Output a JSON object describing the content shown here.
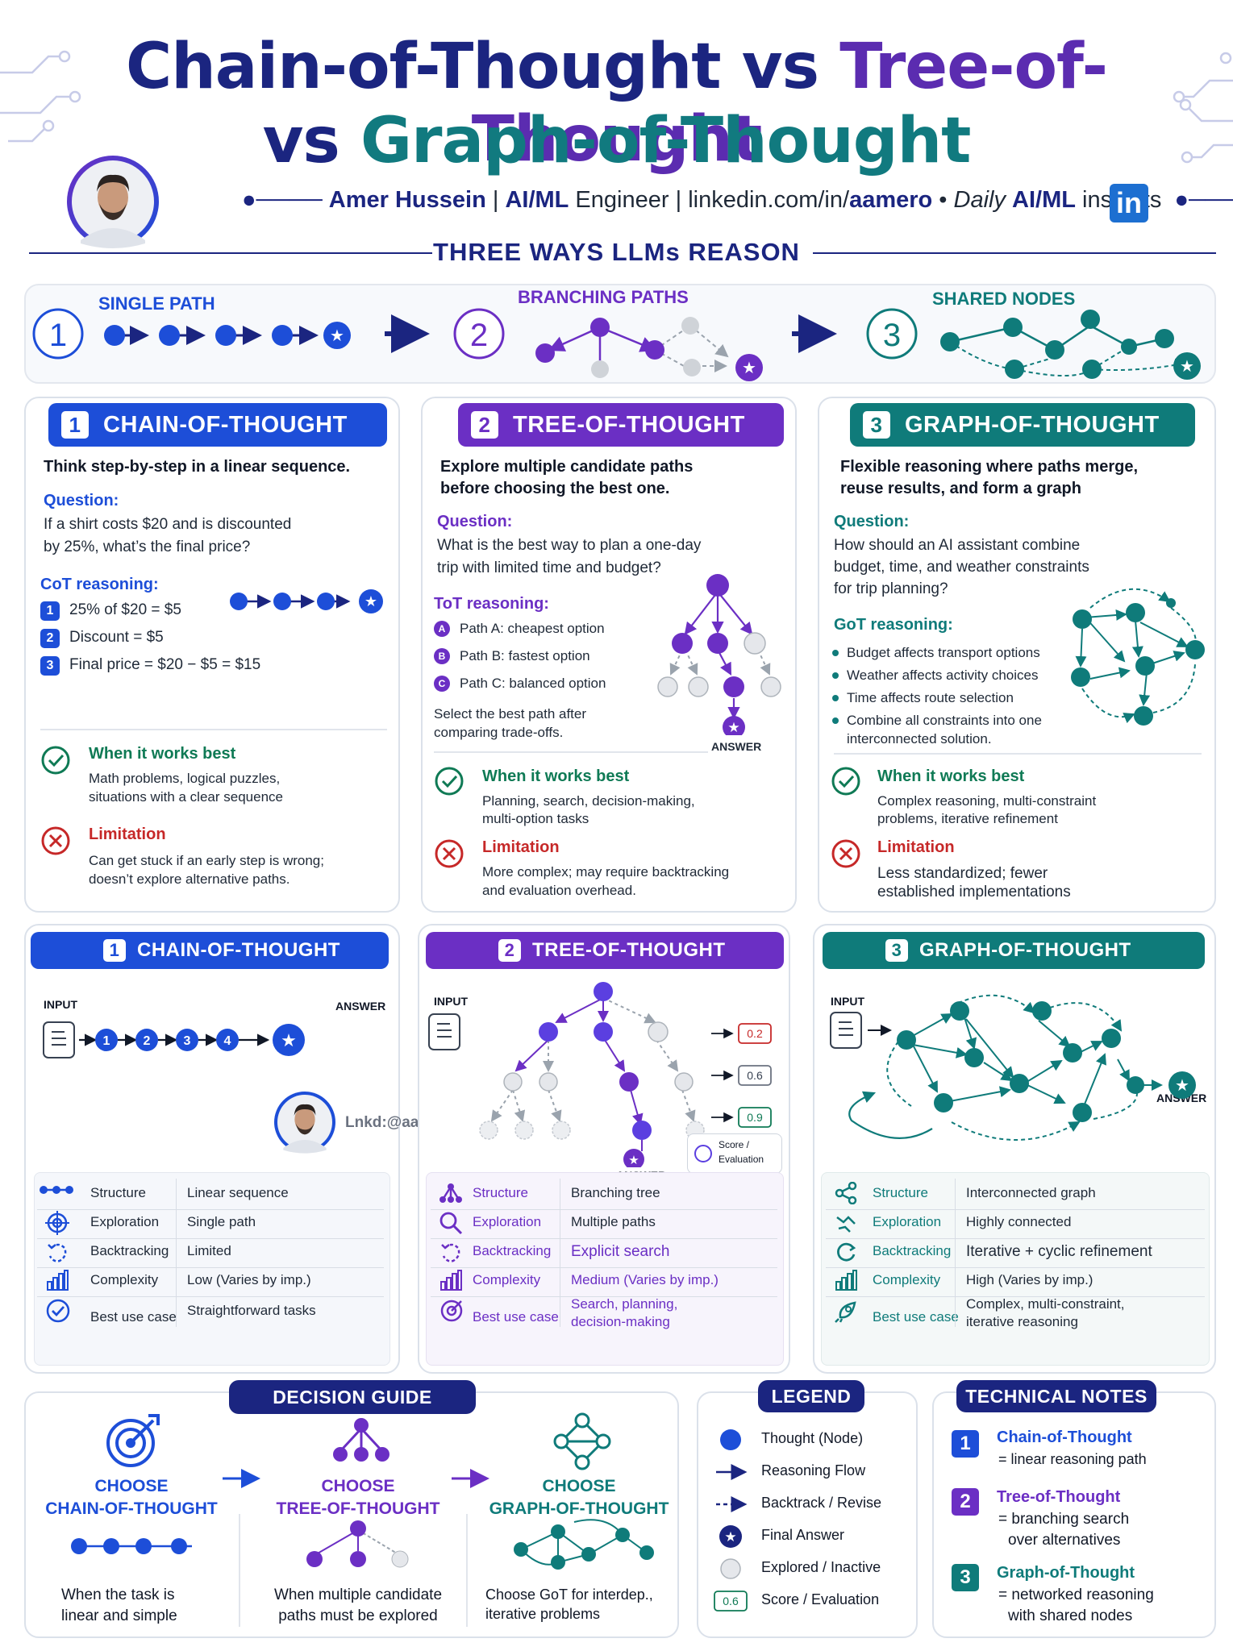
{
  "title": {
    "part1": "Chain-of-Thought",
    "vs1": " vs ",
    "part2": "Tree-of-Thought",
    "vs2": "vs ",
    "part3": "Graph-of-Thought"
  },
  "author": {
    "name": "Amer Hussein",
    "sep1": " | ",
    "role_bold": "AI/ML",
    "role": " Engineer",
    "sep2": " | ",
    "link_prefix": "linkedin.com/in/",
    "link_bold": "aamero",
    "tag_prefix": " • ",
    "tag_italic": "Daily ",
    "tag_bold": "AI/ML",
    "tag_suffix": " insights",
    "linkedin_icon": "in"
  },
  "section_title": "THREE WAYS LLMs REASON",
  "overview": [
    {
      "num": "1",
      "label": "SINGLE PATH"
    },
    {
      "num": "2",
      "label": "BRANCHING PATHS"
    },
    {
      "num": "3",
      "label": "SHARED NODES"
    }
  ],
  "cards": [
    {
      "num": "1",
      "title": "CHAIN-OF-THOUGHT",
      "lead": "Think step-by-step in a linear sequence.",
      "q_label": "Question:",
      "question": [
        "If a shirt costs $20 and is discounted",
        "by 25%, what’s the final price?"
      ],
      "r_label": "CoT reasoning:",
      "steps": [
        {
          "n": "1",
          "t": "25% of $20 = $5"
        },
        {
          "n": "2",
          "t": "Discount = $5"
        },
        {
          "n": "3",
          "t": "Final price = $20 − $5 = $15"
        }
      ],
      "wb_head": "When it works best",
      "wb": [
        "Math problems, logical puzzles,",
        "situations with a clear sequence"
      ],
      "lim_head": "Limitation",
      "lim": [
        "Can get stuck if an early step is wrong;",
        "doesn’t explore alternative paths."
      ]
    },
    {
      "num": "2",
      "title": "TREE-OF-THOUGHT",
      "lead": [
        "Explore multiple candidate paths",
        "before choosing the best one."
      ],
      "q_label": "Question:",
      "question": [
        "What is the best way to plan a one-day",
        "trip with limited time and budget?"
      ],
      "r_label": "ToT reasoning:",
      "steps": [
        {
          "n": "A",
          "t": "Path A: cheapest option"
        },
        {
          "n": "B",
          "t": "Path B: fastest option"
        },
        {
          "n": "C",
          "t": "Path C: balanced option"
        }
      ],
      "select": [
        "Select the best path after",
        "comparing trade-offs."
      ],
      "answer": "ANSWER",
      "wb_head": "When it works best",
      "wb": [
        "Planning, search, decision-making,",
        "multi-option tasks"
      ],
      "lim_head": "Limitation",
      "lim": [
        "More complex; may require backtracking",
        "and evaluation overhead."
      ]
    },
    {
      "num": "3",
      "title": "GRAPH-OF-THOUGHT",
      "lead": [
        "Flexible reasoning where paths merge,",
        "reuse results, and form a graph"
      ],
      "q_label": "Question:",
      "question": [
        "How should an AI assistant combine",
        "budget, time, and weather constraints",
        "for trip planning?"
      ],
      "r_label": "GoT reasoning:",
      "steps": [
        {
          "t": "Budget affects transport options"
        },
        {
          "t": "Weather affects activity choices"
        },
        {
          "t": "Time affects route selection"
        },
        {
          "t": "Combine all constraints into one"
        },
        {
          "t": "interconnected solution."
        }
      ],
      "wb_head": "When it works best",
      "wb": [
        "Complex reasoning, multi-constraint",
        "problems, iterative refinement"
      ],
      "lim_head": "Limitation",
      "lim": [
        "Less standardized; fewer",
        "established implementations"
      ]
    }
  ],
  "compare": [
    {
      "num": "1",
      "title": "CHAIN-OF-THOUGHT",
      "input": "INPUT",
      "answer": "ANSWER",
      "steps": [
        "1",
        "2",
        "3",
        "4"
      ],
      "watermark": "Lnkd:@aamero",
      "rows": [
        {
          "k": "Structure",
          "v": "Linear sequence"
        },
        {
          "k": "Exploration",
          "v": "Single path"
        },
        {
          "k": "Backtracking",
          "v": "Limited"
        },
        {
          "k": "Complexity",
          "v": "Low  (Varies by imp.)"
        },
        {
          "k": "Best use case",
          "v": "Straightforward tasks"
        }
      ]
    },
    {
      "num": "2",
      "title": "TREE-OF-THOUGHT",
      "input": "INPUT",
      "answer": "ANSWER",
      "scores": [
        "0.2",
        "0.6",
        "0.9"
      ],
      "score_label": [
        "Score /",
        "Evaluation"
      ],
      "rows": [
        {
          "k": "Structure",
          "v": "Branching tree"
        },
        {
          "k": "Exploration",
          "v": "Multiple paths"
        },
        {
          "k": "Backtracking",
          "v": "Explicit search"
        },
        {
          "k": "Complexity",
          "v": "Medium",
          "v2": " (Varies by imp.)"
        },
        {
          "k": "Best use case",
          "v": "Search, planning,",
          "v3": "decision-making"
        }
      ]
    },
    {
      "num": "3",
      "title": "GRAPH-OF-THOUGHT",
      "input": "INPUT",
      "answer": "ANSWER",
      "rows": [
        {
          "k": "Structure",
          "v": "Interconnected graph"
        },
        {
          "k": "Exploration",
          "v": "Highly connected"
        },
        {
          "k": "Backtracking",
          "v": "Iterative + cyclic refinement"
        },
        {
          "k": "Complexity",
          "v": "High  (Varies by imp.)"
        },
        {
          "k": "Best use case",
          "v": "Complex, multi-constraint,",
          "v3": "iterative reasoning"
        }
      ]
    }
  ],
  "decision": {
    "title": "DECISION GUIDE",
    "items": [
      {
        "choose": "CHOOSE",
        "name": "CHAIN-OF-THOUGHT",
        "desc": [
          "When the task is",
          "linear and simple"
        ]
      },
      {
        "choose": "CHOOSE",
        "name": "TREE-OF-THOUGHT",
        "desc": [
          "When multiple candidate",
          "paths must be explored"
        ]
      },
      {
        "choose": "CHOOSE",
        "name": "GRAPH-OF-THOUGHT",
        "desc": [
          "Choose GoT for interdep.,",
          "iterative problems"
        ]
      }
    ]
  },
  "legend": {
    "title": "LEGEND",
    "items": [
      "Thought (Node)",
      "Reasoning Flow",
      "Backtrack / Revise",
      "Final Answer",
      "Explored / Inactive",
      "Score / Evaluation"
    ],
    "score_sample": "0.6"
  },
  "notes": {
    "title": "TECHNICAL NOTES",
    "items": [
      {
        "n": "1",
        "name": "Chain-of-Thought",
        "desc": [
          "= linear reasoning path"
        ]
      },
      {
        "n": "2",
        "name": "Tree-of-Thought",
        "desc": [
          "= branching search",
          "over alternatives"
        ]
      },
      {
        "n": "3",
        "name": "Graph-of-Thought",
        "desc": [
          "= networked reasoning",
          "with shared nodes"
        ]
      }
    ]
  },
  "colors": {
    "navy": "#1b2580",
    "blue": "#1d4ed8",
    "purple": "#6b2fc4",
    "teal": "#0f7b7a",
    "green": "#0f7a55",
    "red": "#c62828"
  }
}
